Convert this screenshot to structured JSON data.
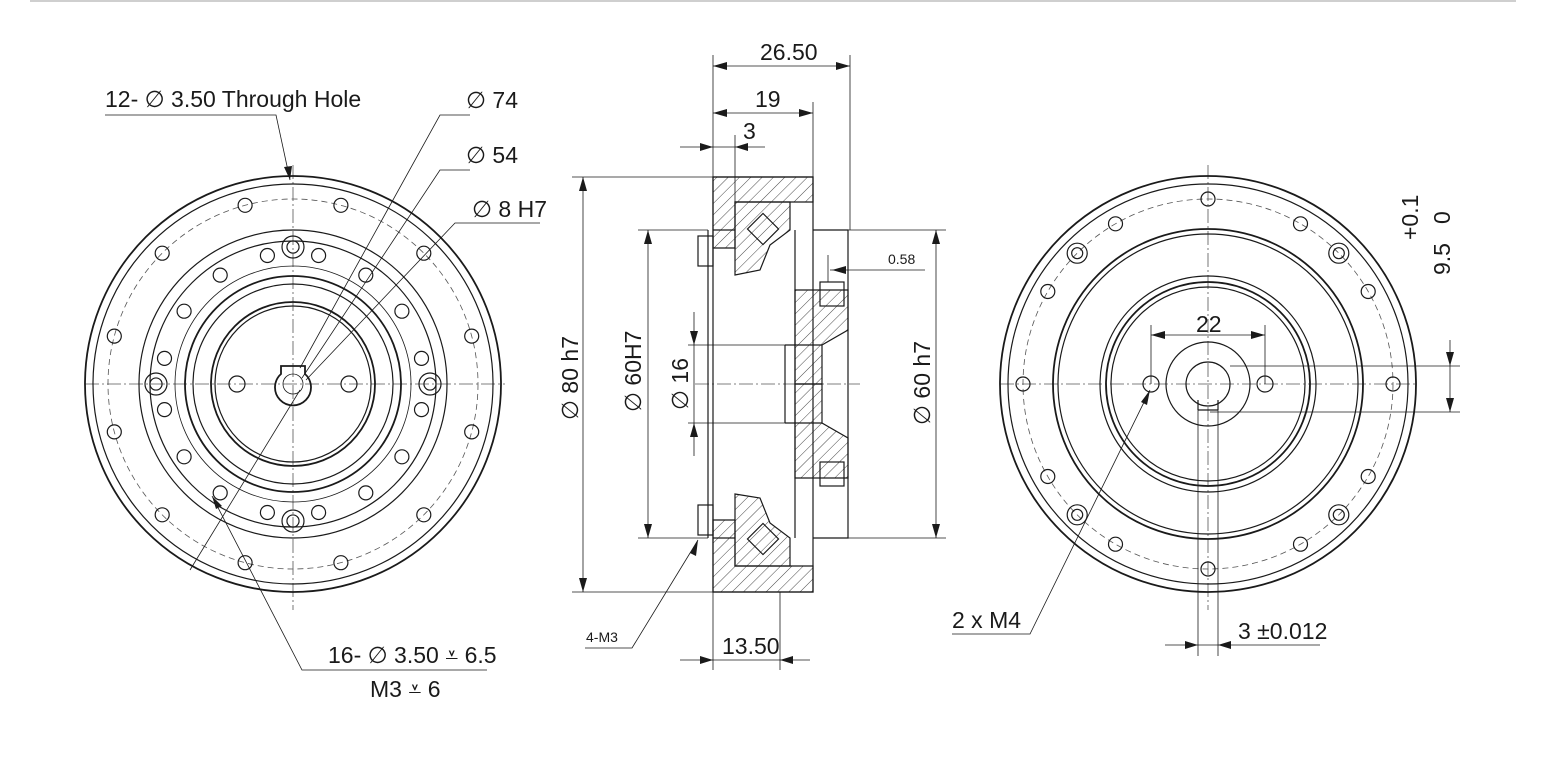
{
  "labels": {
    "through_hole": "12- ∅ 3.50 Through Hole",
    "d74": "∅ 74",
    "d54": "∅ 54",
    "d8h7": "∅ 8 H7",
    "holes16": "16- ∅ 3.50 ⩡ 6.5",
    "m3": "M3 ⩡ 6",
    "w2650": "26.50",
    "w19": "19",
    "w3": "3",
    "d80h7": "∅ 80 h7",
    "d60H7": "∅ 60H7",
    "d16": "∅ 16",
    "d60h7": "∅ 60 h7",
    "t058": "0.58",
    "m3x4": "4-M3",
    "w1350": "13.50",
    "w22": "22",
    "tol_plus": "+0.1",
    "tol_zero": "0",
    "d95": "9.5",
    "m4": "2 x M4",
    "w3tol": "3 ±0.012"
  }
}
